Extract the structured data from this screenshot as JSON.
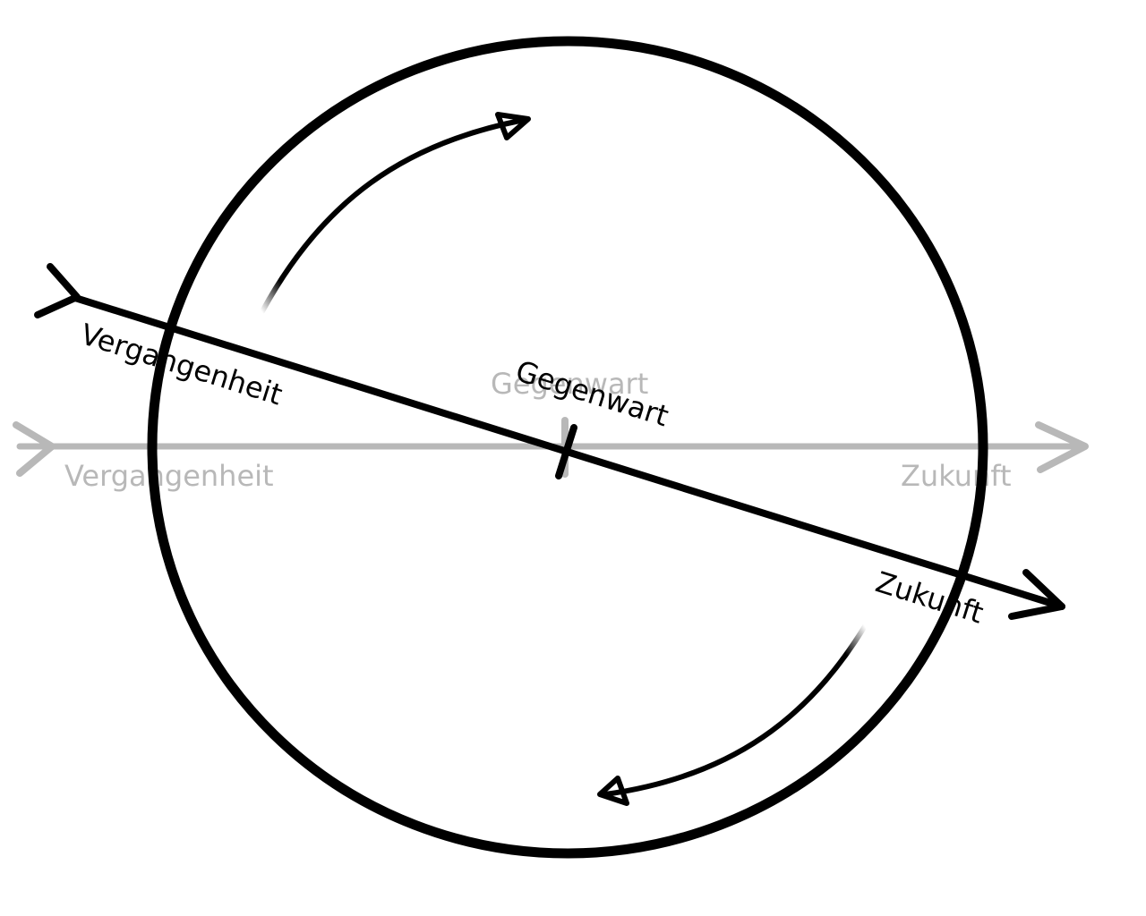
{
  "colors": {
    "background": "#ffffff",
    "ink": "#000000",
    "faded": "#b8b8b8"
  },
  "timeline_horizontal": {
    "past_label": "Vergangenheit",
    "present_label": "Gegenwart",
    "future_label": "Zukunft"
  },
  "timeline_tilted": {
    "past_label": "Vergangenheit",
    "present_label": "Gegenwart",
    "future_label": "Zukunft"
  }
}
